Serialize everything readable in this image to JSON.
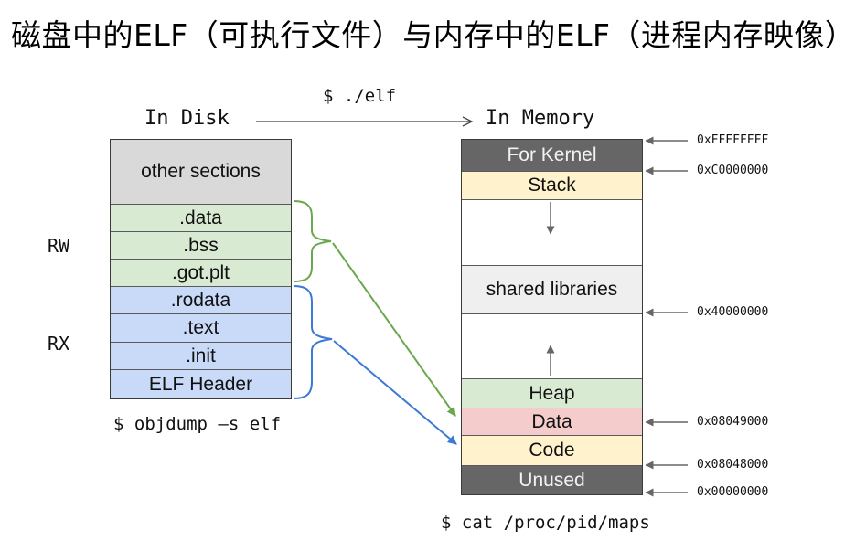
{
  "title": "磁盘中的ELF（可执行文件）与内存中的ELF（进程内存映像）",
  "disk": {
    "heading": "In Disk",
    "command_below": "$ objdump –s elf",
    "group_labels": {
      "rw": "RW",
      "rx": "RX"
    },
    "sections": [
      {
        "label": "other sections",
        "group": "other"
      },
      {
        "label": ".data",
        "group": "rw"
      },
      {
        "label": ".bss",
        "group": "rw"
      },
      {
        "label": ".got.plt",
        "group": "rw"
      },
      {
        "label": ".rodata",
        "group": "rx"
      },
      {
        "label": ".text",
        "group": "rx"
      },
      {
        "label": ".init",
        "group": "rx"
      },
      {
        "label": "ELF Header",
        "group": "rx"
      }
    ]
  },
  "transition": {
    "command": "$ ./elf"
  },
  "memory": {
    "heading": "In Memory",
    "command_below": "$ cat /proc/pid/maps",
    "regions": [
      {
        "label": "For Kernel"
      },
      {
        "label": "Stack"
      },
      {
        "label": ""
      },
      {
        "label": "shared libraries"
      },
      {
        "label": ""
      },
      {
        "label": "Heap"
      },
      {
        "label": "Data"
      },
      {
        "label": "Code"
      },
      {
        "label": "Unused"
      }
    ],
    "addresses": [
      "0xFFFFFFFF",
      "0xC0000000",
      "0x40000000",
      "0x08049000",
      "0x08048000",
      "0x00000000"
    ]
  },
  "colors": {
    "gray-fill": "#d9d9d9",
    "green-fill": "#d9ead3",
    "blue-fill": "#c9daf8",
    "lightgray-fill": "#efefef",
    "yellow-fill": "#fff2cc",
    "pink-fill": "#f4cccc",
    "dark-fill": "#666666",
    "green-stroke": "#6aa84f",
    "blue-stroke": "#3c78d8",
    "arrow-gray": "#666666",
    "arrow-dark": "#444444"
  }
}
